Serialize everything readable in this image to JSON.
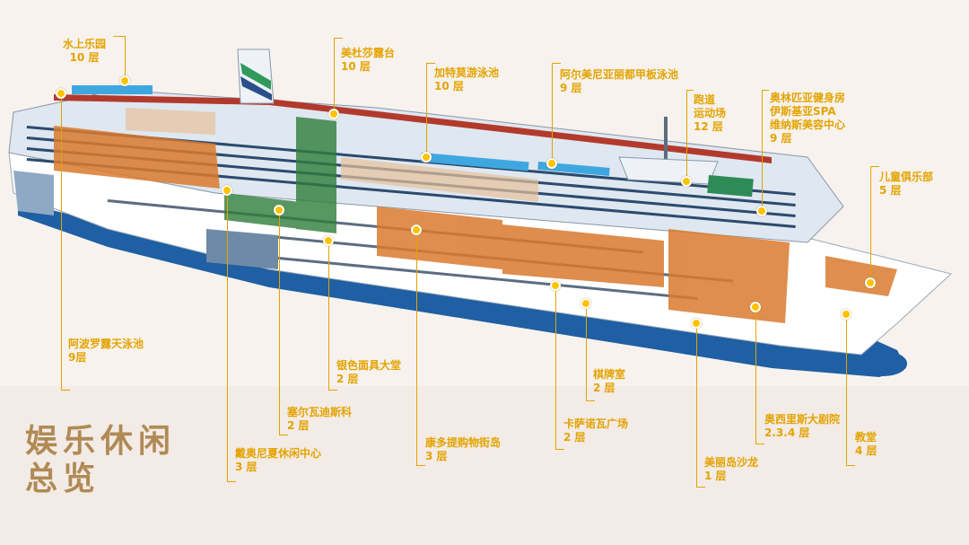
{
  "title": {
    "line1": "娱乐休闲",
    "line2": "总览"
  },
  "labels": [
    {
      "id": "water-park",
      "name": "水上乐园",
      "deck": "10 层"
    },
    {
      "id": "medusa-terrace",
      "name": "美杜莎露台",
      "deck": "10 层"
    },
    {
      "id": "gatemo-pool",
      "name": "加特莫游泳池",
      "deck": "10 层"
    },
    {
      "id": "armenia-deck-pool",
      "name": "阿尔美尼亚丽都甲板泳池",
      "deck": "9 层"
    },
    {
      "id": "jogging-track",
      "name": "跑道",
      "name2": "运动场",
      "deck": "12 层"
    },
    {
      "id": "olympia-gym",
      "name": "奥林匹亚健身房",
      "name2": "伊斯基亚SPA",
      "name3": "维纳斯美容中心",
      "deck": "9 层"
    },
    {
      "id": "kids-club",
      "name": "儿童俱乐部",
      "deck": "5 层"
    },
    {
      "id": "apollo-pool",
      "name": "阿波罗露天泳池",
      "deck": "9层"
    },
    {
      "id": "silver-mask-lobby",
      "name": "银色面具大堂",
      "deck": "2 层"
    },
    {
      "id": "sardinia",
      "name": "塞尔瓦迪斯科",
      "deck": "2 层"
    },
    {
      "id": "dionysus-lounge",
      "name": "戴奥尼夏休闲中心",
      "deck": "3 层"
    },
    {
      "id": "condotti-street",
      "name": "康多提购物街岛",
      "deck": "3 层"
    },
    {
      "id": "card-room",
      "name": "棋牌室",
      "deck": "2 层"
    },
    {
      "id": "casanova-plaza",
      "name": "卡萨诺瓦广场",
      "deck": "2 层"
    },
    {
      "id": "beauty-salon",
      "name": "美丽岛沙龙",
      "deck": "1 层"
    },
    {
      "id": "osiris-theater",
      "name": "奥西里斯大剧院",
      "deck": "2.3.4 层"
    },
    {
      "id": "chapel",
      "name": "教堂",
      "deck": "4 层"
    }
  ]
}
